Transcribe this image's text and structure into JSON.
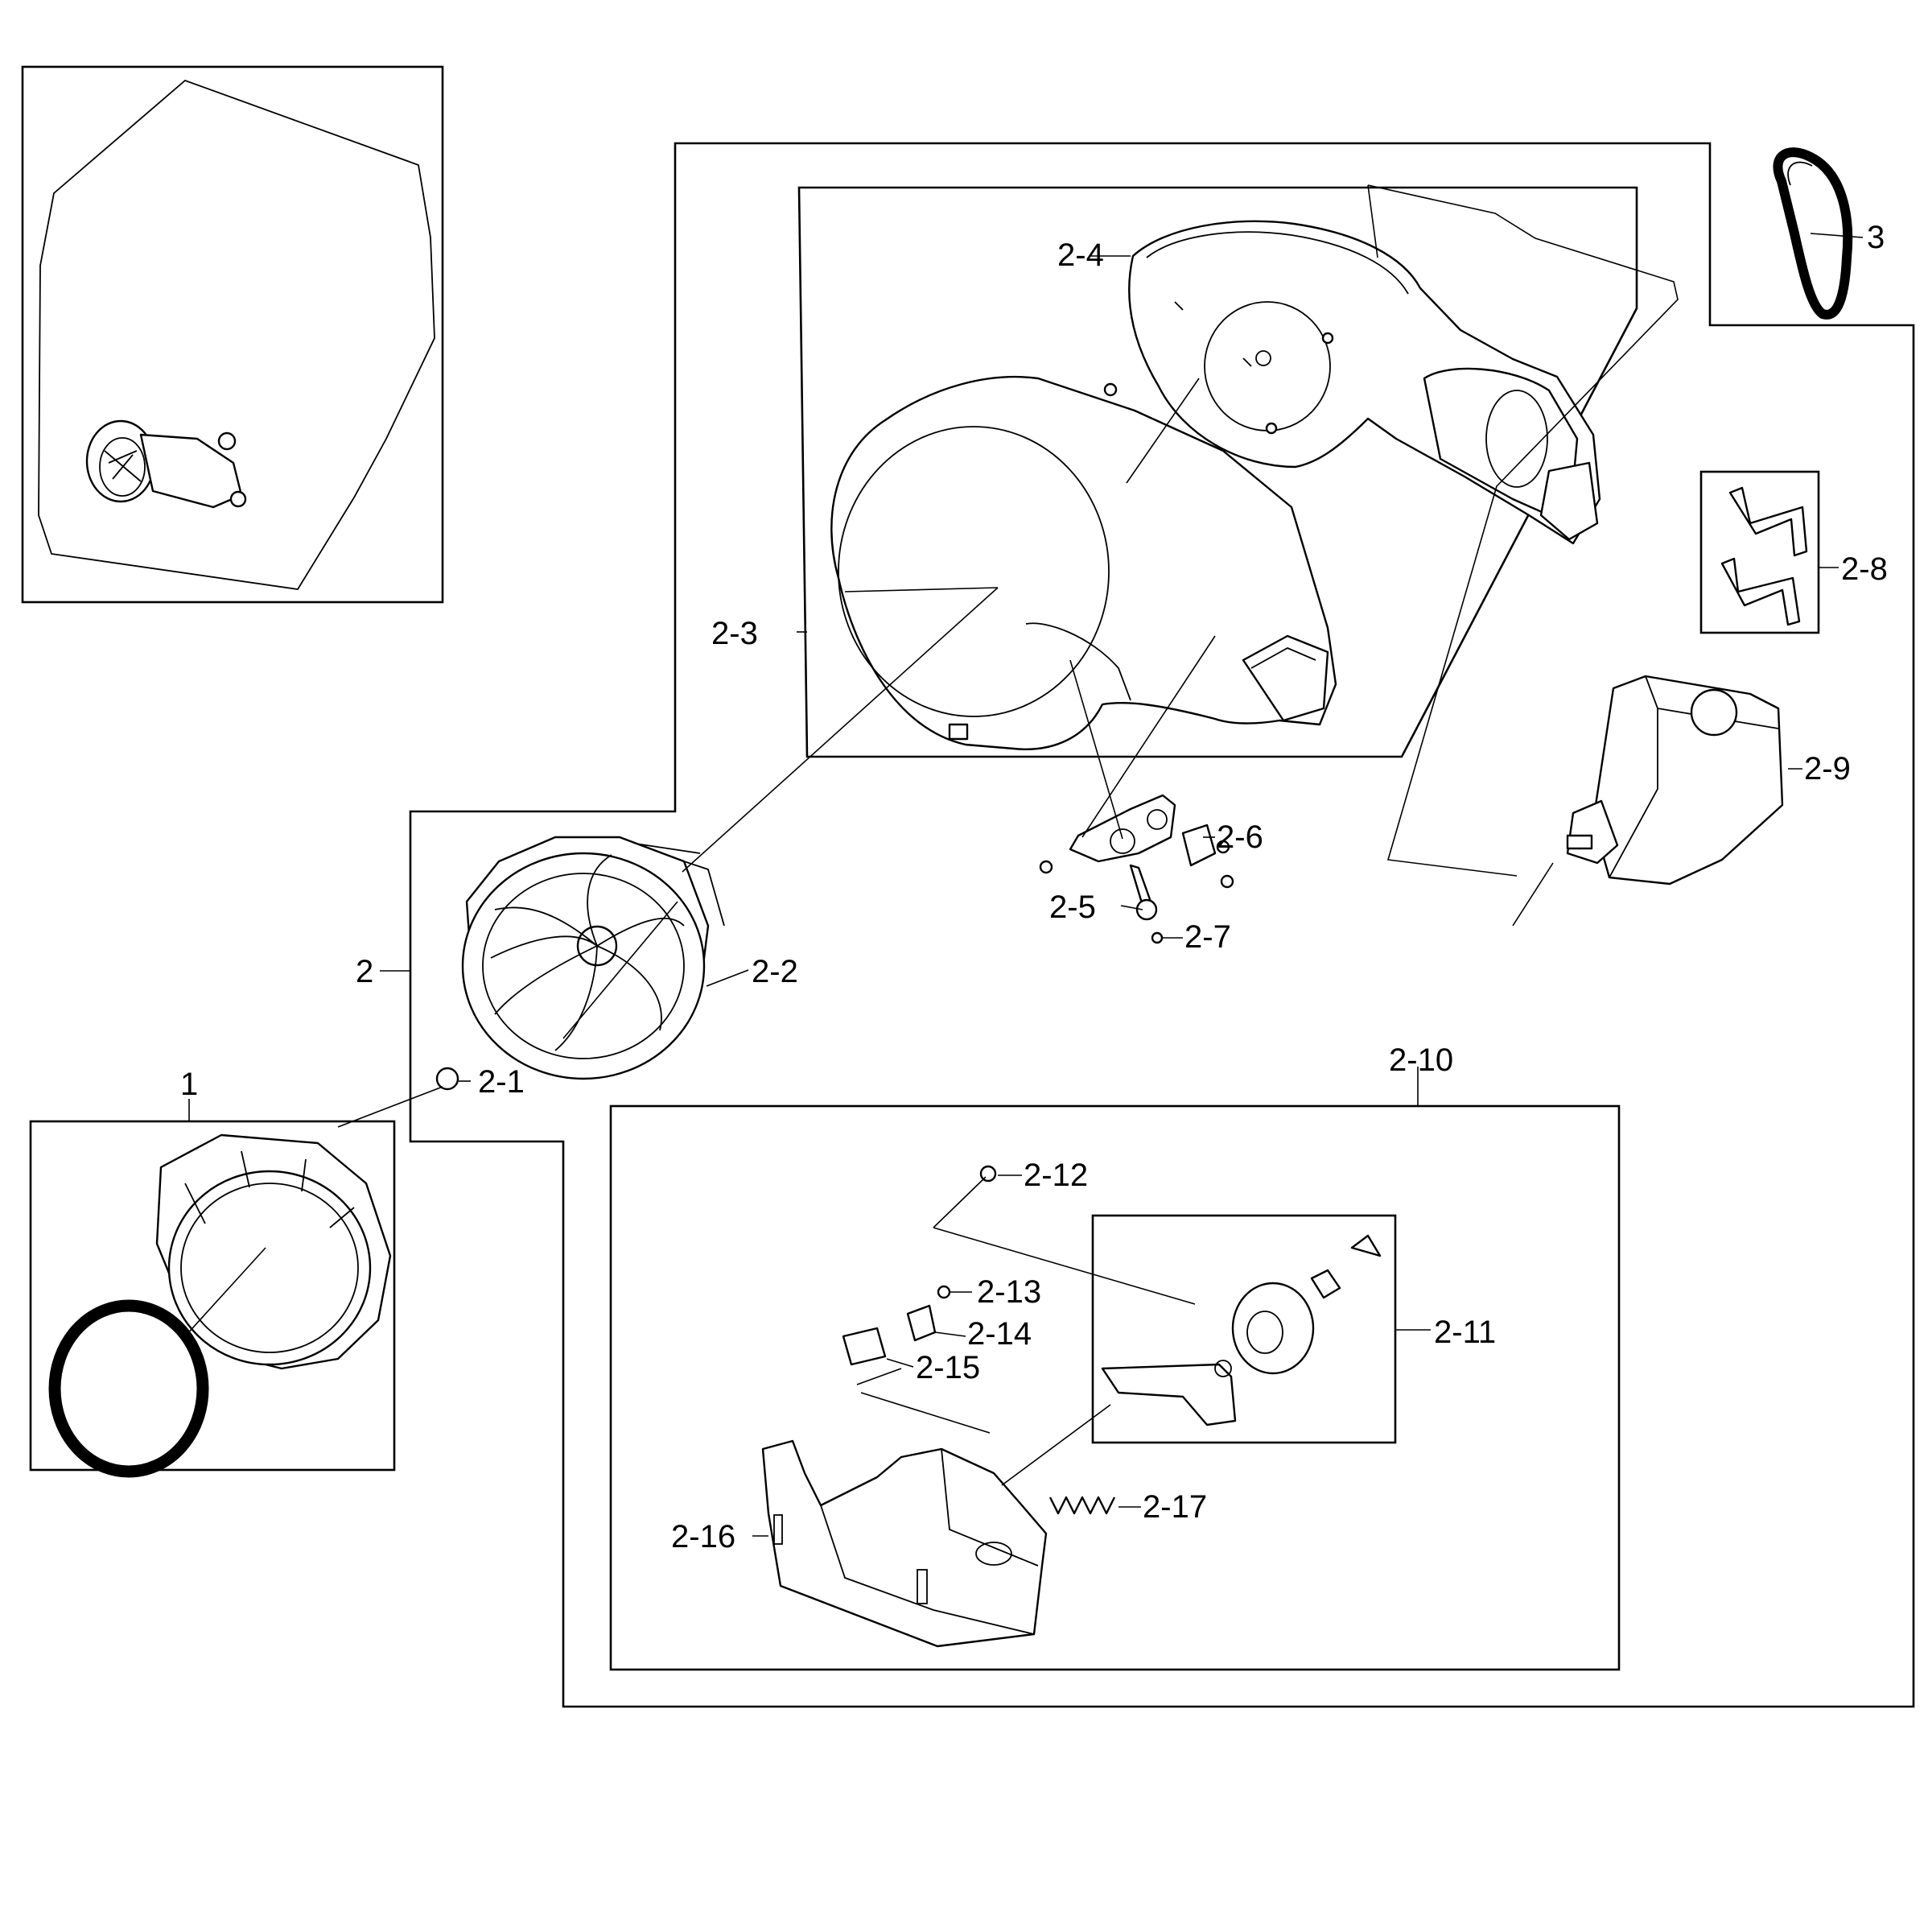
{
  "labels": {
    "c1": "1",
    "c2": "2",
    "c2_1": "2-1",
    "c2_2": "2-2",
    "c2_3": "2-3",
    "c2_4": "2-4",
    "c2_5": "2-5",
    "c2_6": "2-6",
    "c2_7": "2-7",
    "c2_8": "2-8",
    "c2_9": "2-9",
    "c2_10": "2-10",
    "c2_11": "2-11",
    "c2_12": "2-12",
    "c2_13": "2-13",
    "c2_14": "2-14",
    "c2_15": "2-15",
    "c2_16": "2-16",
    "c2_17": "2-17",
    "c3": "3"
  }
}
